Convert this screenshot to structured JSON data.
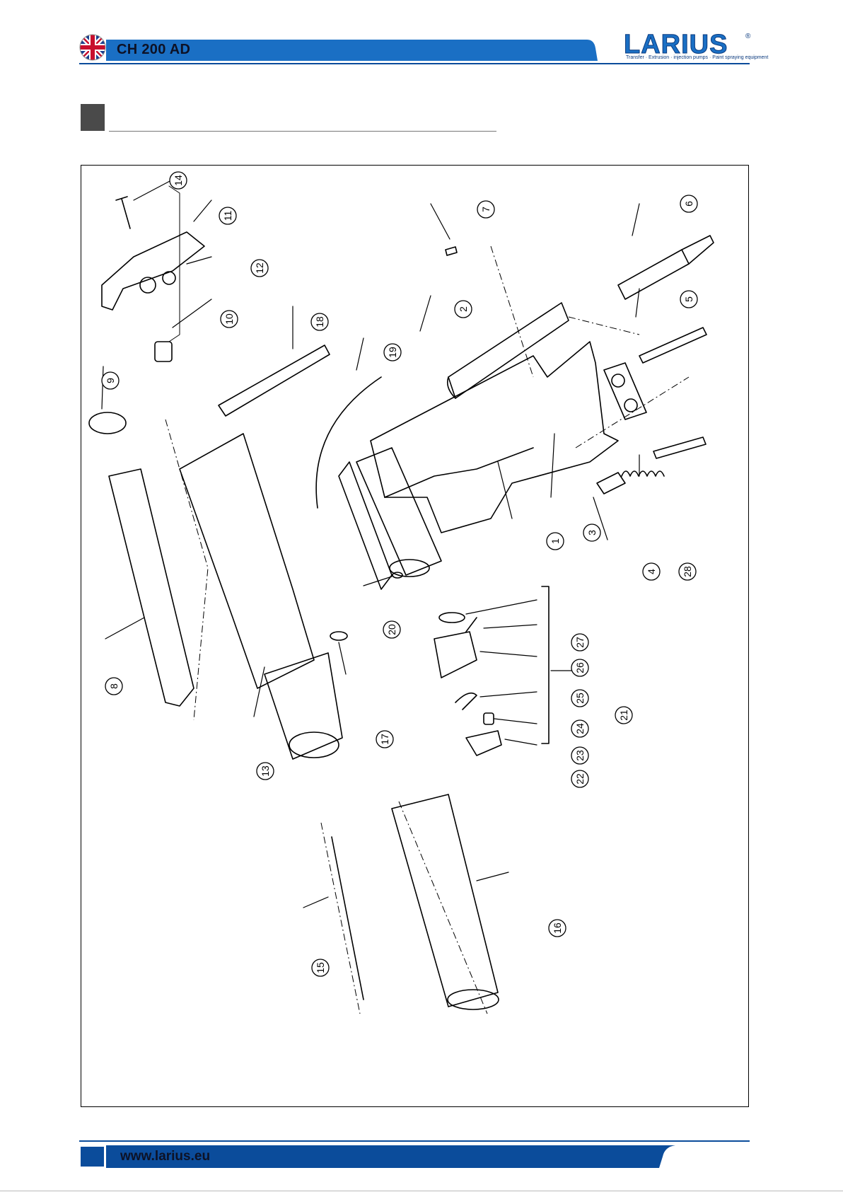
{
  "header": {
    "model": "CH 200 AD",
    "brand": "LARIUS",
    "registered_mark": "®",
    "tagline": "Transfer · Extrusion · injection pumps · Paint spraying equipment",
    "flag_icon": "uk-flag-icon"
  },
  "section": {
    "title": ""
  },
  "figure": {
    "callouts": [
      "1",
      "2",
      "3",
      "4",
      "5",
      "6",
      "7",
      "8",
      "9",
      "10",
      "11",
      "12",
      "13",
      "14",
      "15",
      "16",
      "17",
      "18",
      "19",
      "20",
      "21",
      "22",
      "23",
      "24",
      "25",
      "26",
      "27",
      "28"
    ]
  },
  "footer": {
    "url": "www.larius.eu"
  },
  "colors": {
    "brand_blue": "#0b4c9b",
    "band_blue": "#1a6fc4",
    "marker_grey": "#4a4a4a",
    "text_dark": "#0d1226"
  }
}
